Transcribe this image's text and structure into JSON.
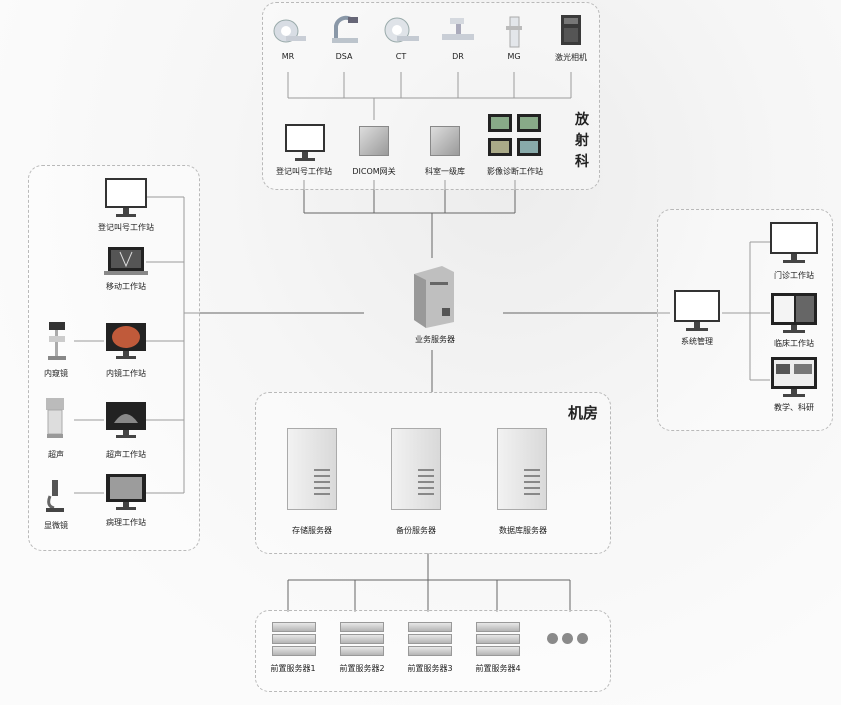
{
  "radiology": {
    "title": "放射科",
    "modalities": [
      "MR",
      "DSA",
      "CT",
      "DR",
      "MG",
      "激光相机"
    ],
    "stations": [
      "登记叫号工作站",
      "DICOM网关",
      "科室一级库",
      "影像诊断工作站"
    ]
  },
  "left_group": {
    "workstations": [
      "登记叫号工作站",
      "移动工作站",
      "内镜工作站",
      "超声工作站",
      "病理工作站"
    ],
    "devices": [
      "内窥镜",
      "超声",
      "显微镜"
    ]
  },
  "center": {
    "business_server": "业务服务器"
  },
  "machine_room": {
    "title": "机房",
    "servers": [
      "存储服务器",
      "备份服务器",
      "数据库服务器"
    ]
  },
  "front_servers": [
    "前置服务器1",
    "前置服务器2",
    "前置服务器3",
    "前置服务器4"
  ],
  "right_group": {
    "system": "系统管理",
    "stations": [
      "门诊工作站",
      "临床工作站",
      "教学、科研"
    ]
  }
}
